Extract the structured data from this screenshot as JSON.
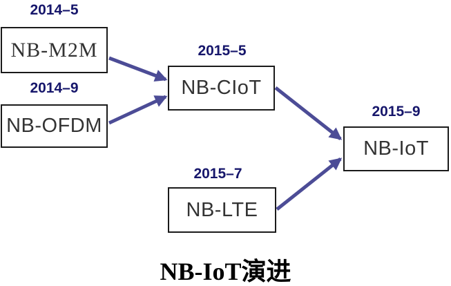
{
  "diagram": {
    "title": "NB-IoT演进",
    "colors": {
      "arrow": "#4c4c96",
      "date_text": "#16166b",
      "box_border": "#1a1a1a",
      "box_text": "#333333",
      "title_text": "#000000",
      "background": "#ffffff"
    },
    "nodes": [
      {
        "id": "nb-m2m",
        "label": "NB-M2M",
        "date": "2014–5"
      },
      {
        "id": "nb-ofdm",
        "label": "NB-OFDM",
        "date": "2014–9"
      },
      {
        "id": "nb-ciot",
        "label": "NB-CIoT",
        "date": "2015–5"
      },
      {
        "id": "nb-lte",
        "label": "NB-LTE",
        "date": "2015–7"
      },
      {
        "id": "nb-iot",
        "label": "NB-IoT",
        "date": "2015–9"
      }
    ],
    "edges": [
      {
        "from": "NB-M2M",
        "to": "NB-CIoT"
      },
      {
        "from": "NB-OFDM",
        "to": "NB-CIoT"
      },
      {
        "from": "NB-CIoT",
        "to": "NB-IoT"
      },
      {
        "from": "NB-LTE",
        "to": "NB-IoT"
      }
    ]
  }
}
